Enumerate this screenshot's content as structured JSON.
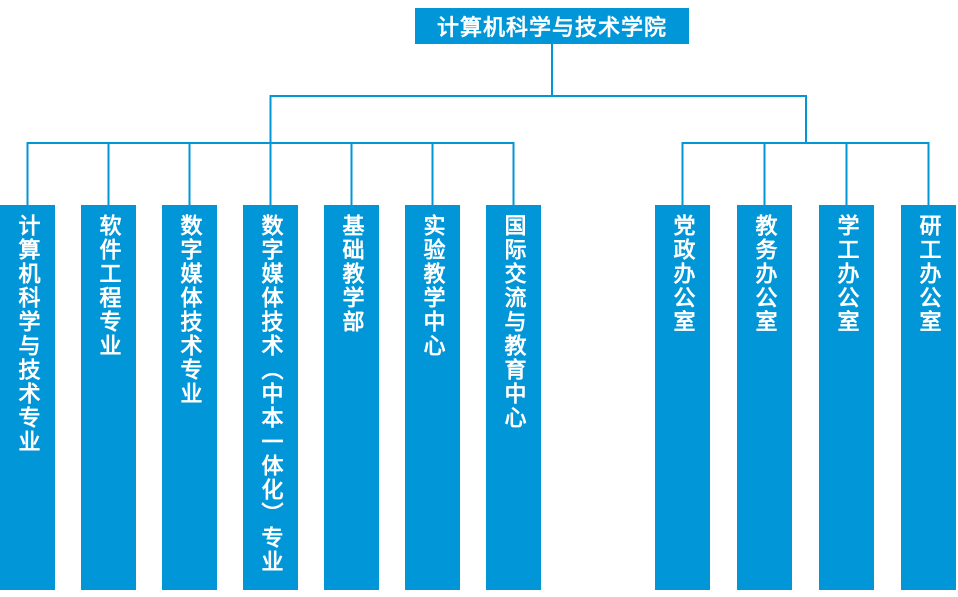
{
  "colors": {
    "node_blue": "#0096d7",
    "line_blue": "#0096d7",
    "text_white": "#ffffff"
  },
  "root": {
    "label": "计算机科学与技术学院"
  },
  "left_group": {
    "items": [
      {
        "label": "计算机科学与技术专业"
      },
      {
        "label": "软件工程专业"
      },
      {
        "label": "数字媒体技术专业"
      },
      {
        "label": "数字媒体技术（中本一体化）专业"
      },
      {
        "label": "基础教学部"
      },
      {
        "label": "实验教学中心"
      },
      {
        "label": "国际交流与教育中心"
      }
    ]
  },
  "right_group": {
    "items": [
      {
        "label": "党政办公室"
      },
      {
        "label": "教务办公室"
      },
      {
        "label": "学工办公室"
      },
      {
        "label": "研工办公室"
      }
    ]
  }
}
